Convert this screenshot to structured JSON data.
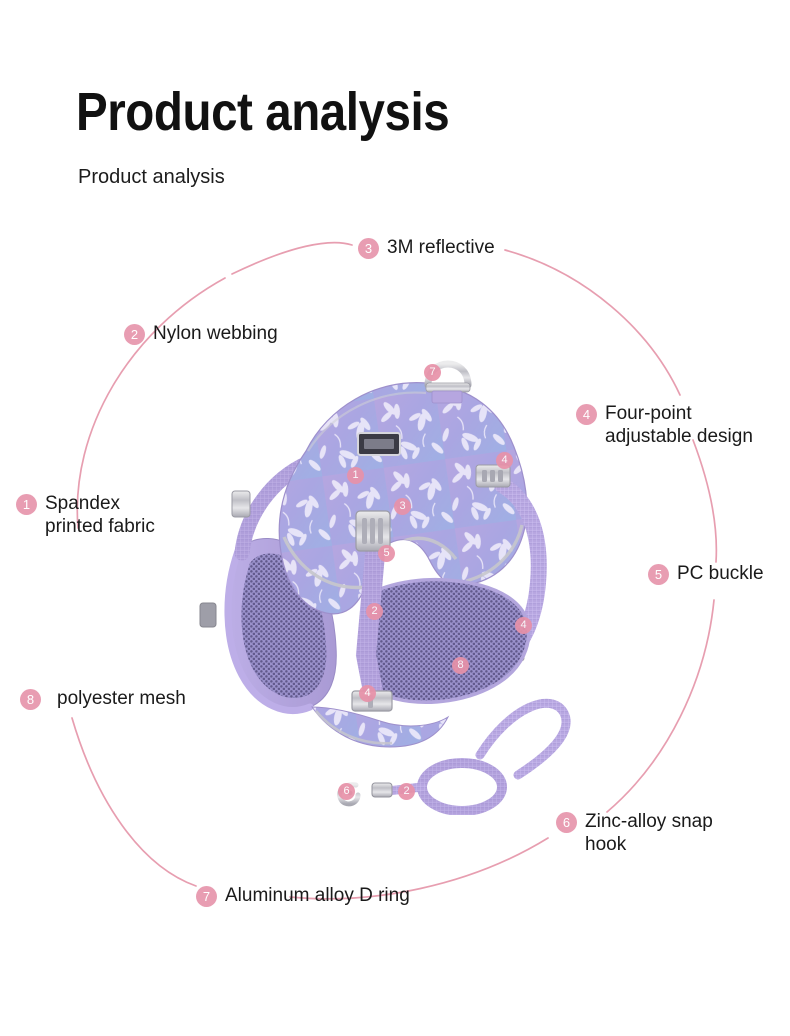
{
  "header": {
    "title": "Product analysis",
    "subtitle": "Product analysis"
  },
  "colors": {
    "badge_pink": "#e89db2",
    "arc_pink": "#e79eb0",
    "product_lavender": "#b2a3dd",
    "product_periwinkle": "#a8aee0",
    "mesh_purple": "#9b90c8",
    "webbing": "#b9a8e2",
    "metal_silver": "#c9c9cf",
    "text_dark": "#1a1a1a"
  },
  "callouts": [
    {
      "num": "1",
      "line1": "Spandex",
      "line2": "printed fabric"
    },
    {
      "num": "2",
      "line1": "Nylon webbing",
      "line2": ""
    },
    {
      "num": "3",
      "line1": "3M reflective",
      "line2": ""
    },
    {
      "num": "4",
      "line1": "Four-point",
      "line2": "adjustable design"
    },
    {
      "num": "5",
      "line1": "PC buckle",
      "line2": ""
    },
    {
      "num": "6",
      "line1": "Zinc-alloy snap",
      "line2": "hook"
    },
    {
      "num": "7",
      "line1": "Aluminum alloy D ring",
      "line2": ""
    },
    {
      "num": "8",
      "line1": "polyester mesh",
      "line2": ""
    }
  ],
  "product_markers": [
    {
      "num": "7"
    },
    {
      "num": "1"
    },
    {
      "num": "3"
    },
    {
      "num": "4"
    },
    {
      "num": "5"
    },
    {
      "num": "2"
    },
    {
      "num": "4"
    },
    {
      "num": "8"
    },
    {
      "num": "4"
    },
    {
      "num": "6"
    },
    {
      "num": "2"
    }
  ]
}
